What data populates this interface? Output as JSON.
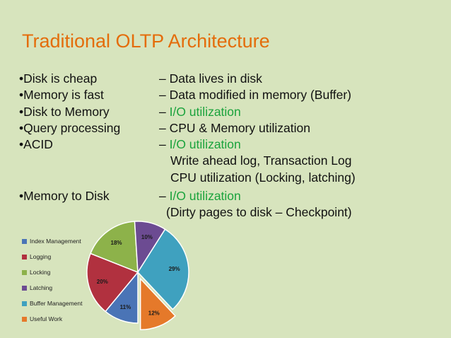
{
  "title": "Traditional OLTP Architecture",
  "rows": [
    {
      "left": "•Disk is cheap",
      "right": [
        {
          "text": "– Data lives in disk"
        }
      ]
    },
    {
      "left": "•Memory is fast",
      "right": [
        {
          "text": "– Data modified in memory (Buffer)"
        }
      ]
    },
    {
      "left": "•Disk to Memory",
      "right": [
        {
          "text": "– "
        },
        {
          "text": "I/O utilization",
          "green": true
        }
      ]
    },
    {
      "left": "•Query processing",
      "right": [
        {
          "text": "– CPU & Memory utilization"
        }
      ]
    },
    {
      "left": "•ACID",
      "right": [
        {
          "text": "– "
        },
        {
          "text": "I/O utilization",
          "green": true
        }
      ]
    }
  ],
  "acid_sub": [
    "Write ahead log, Transaction Log",
    "CPU utilization (Locking, latching)"
  ],
  "mem_disk": {
    "left": "•Memory to Disk",
    "dash": "– ",
    "green": "I/O utilization",
    "sub": "(Dirty pages to disk – Checkpoint)"
  },
  "chart_data": {
    "type": "pie",
    "categories": [
      "Index Management",
      "Logging",
      "Locking",
      "Latching",
      "Buffer Management",
      "Useful Work"
    ],
    "values": [
      11,
      20,
      18,
      10,
      29,
      12
    ],
    "labels": [
      "11%",
      "20%",
      "18%",
      "10%",
      "29%",
      "12%"
    ],
    "colors": [
      "#4a74b6",
      "#b1313f",
      "#8db24a",
      "#6c4b92",
      "#3fa1bf",
      "#e5792a"
    ],
    "exploded": "Useful Work",
    "legend_position": "left"
  }
}
